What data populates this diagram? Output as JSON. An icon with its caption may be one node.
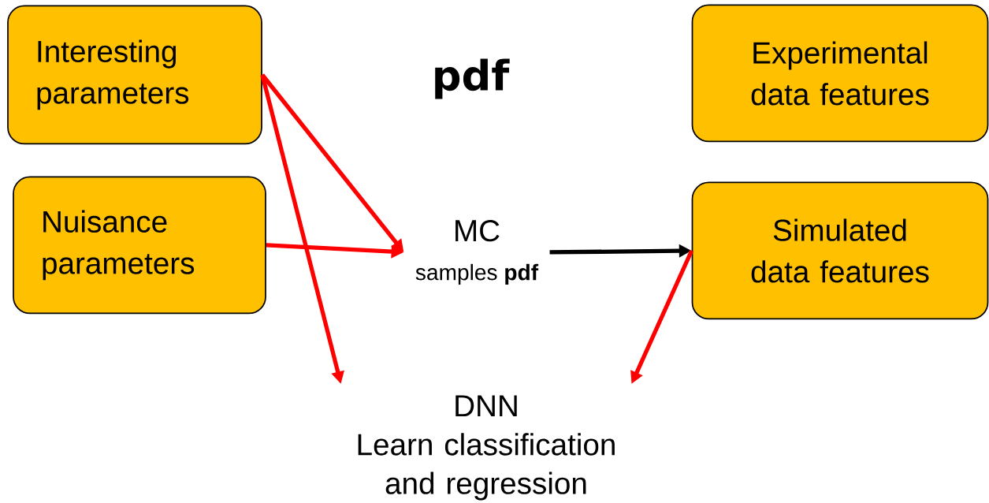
{
  "diagram": {
    "nodes": [
      {
        "text": [
          "Interesting parameters"
        ]
      },
      {
        "text": [
          "Nuisance parameters"
        ]
      },
      {
        "text": [
          "Experimental data features"
        ]
      },
      {
        "text": [
          "Simulated data features"
        ]
      },
      {
        "text": [
          "MC",
          "samples **pdf**"
        ]
      },
      {
        "text": [
          "DNN",
          "Learn classification and regression"
        ]
      }
    ],
    "edges": [
      {
        "from": 0,
        "to": 4,
        "arrow": "to"
      },
      {
        "from": 1,
        "to": 4,
        "arrow": "to"
      },
      {
        "from": 0,
        "to": 5,
        "arrow": "to"
      },
      {
        "from": 4,
        "to": 3,
        "arrow": "to",
        "color": "#000000"
      },
      {
        "from": 3,
        "to": 5,
        "arrow": "to"
      }
    ],
    "labels": [
      "pdf"
    ]
  }
}
